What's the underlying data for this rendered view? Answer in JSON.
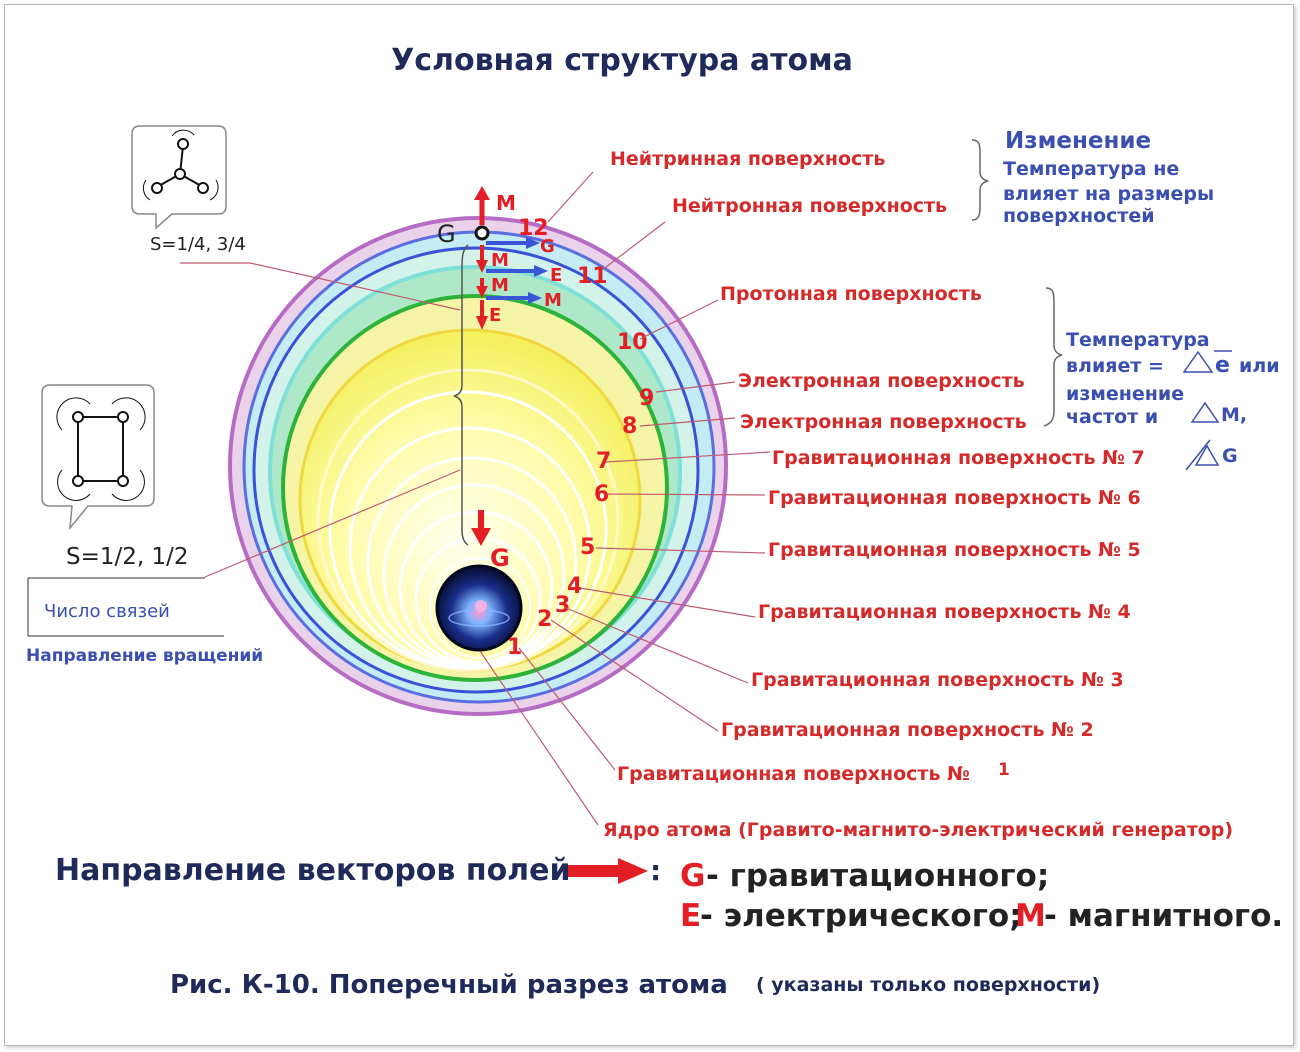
{
  "title": "Условная структура атома",
  "caption": {
    "main": "Рис. К-10. Поперечный разрез атома",
    "note": "( указаны только поверхности)"
  },
  "colors": {
    "label_red": "#d42a2a",
    "note_blue": "#3a4fb0",
    "title_navy": "#1f2a5a",
    "arrow_red": "#e31e24",
    "arrow_blue": "#3a56d8"
  },
  "surfaces": {
    "neutrino": "Нейтринная поверхность",
    "neutron": "Нейтронная поверхность",
    "proton": "Протонная поверхность",
    "electron_9": "Электронная  поверхность",
    "electron_8": "Электронная поверхность",
    "grav7": "Гравитационная поверхность № 7",
    "grav6": "Гравитационная поверхность № 6",
    "grav5": "Гравитационная поверхность № 5",
    "grav4": "Гравитационная поверхность № 4",
    "grav3": "Гравитационная поверхность № 3",
    "grav2": "Гравитационная поверхность № 2",
    "grav1": "Гравитационная поверхность №",
    "grav1_num": "1",
    "nucleus": "Ядро атома (Гравито-магнито-электрический генератор)"
  },
  "numbers": {
    "n1": "1",
    "n2": "2",
    "n3": "3",
    "n4": "4",
    "n5": "5",
    "n6": "6",
    "n7": "7",
    "n8": "8",
    "n9": "9",
    "n10": "10",
    "n11": "11",
    "n12": "12"
  },
  "vectors": {
    "M": "M",
    "E": "E",
    "G": "G"
  },
  "notes": {
    "change_title": "Изменение",
    "change_l1": "Температура не",
    "change_l2": "влияет  на размеры",
    "change_l3": "поверхностей",
    "temp_l1": "Температура",
    "temp_l2a": "влияет   =",
    "temp_e": "e",
    "temp_l2b": "или",
    "temp_l3": "изменение",
    "temp_l4a": "частот    и",
    "temp_l4b": "M,",
    "temp_l5": "G"
  },
  "spin": {
    "s_quarter": "S=1/4, 3/4",
    "s_half": "S=1/2, 1/2",
    "bonds": "Число связей",
    "rotation": "Направление вращений"
  },
  "legend": {
    "intro": "Направление векторов полей",
    "colon": ":",
    "g_letter": "G",
    "g_text": "- гравитационного;",
    "e_letter": "E",
    "e_text": " - электрического;",
    "m_letter": "M",
    "m_text": " - магнитного."
  }
}
